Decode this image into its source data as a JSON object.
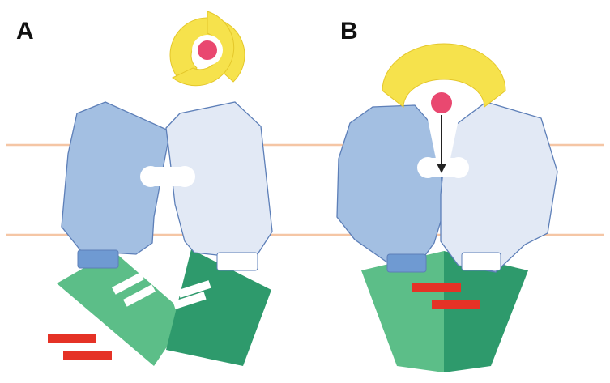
{
  "panels": [
    {
      "id": "A",
      "label": "A"
    },
    {
      "id": "B",
      "label": "B"
    }
  ],
  "colors": {
    "membrane": "#f5c6a5",
    "subunit_dark": "#a3bfe2",
    "subunit_light": "#e2e9f5",
    "subunit_stroke": "#5d7fb8",
    "neck_dark": "#6f9ad2",
    "neck_light": "#ffffff",
    "nbd_light": "#5cbe88",
    "nbd_dark": "#2e9a6c",
    "ligand_ring": "#f6e24c",
    "ligand_ring_stroke": "#e4c72a",
    "ligand_core": "#e94870",
    "bars": "#e53226",
    "arrow": "#222222"
  }
}
